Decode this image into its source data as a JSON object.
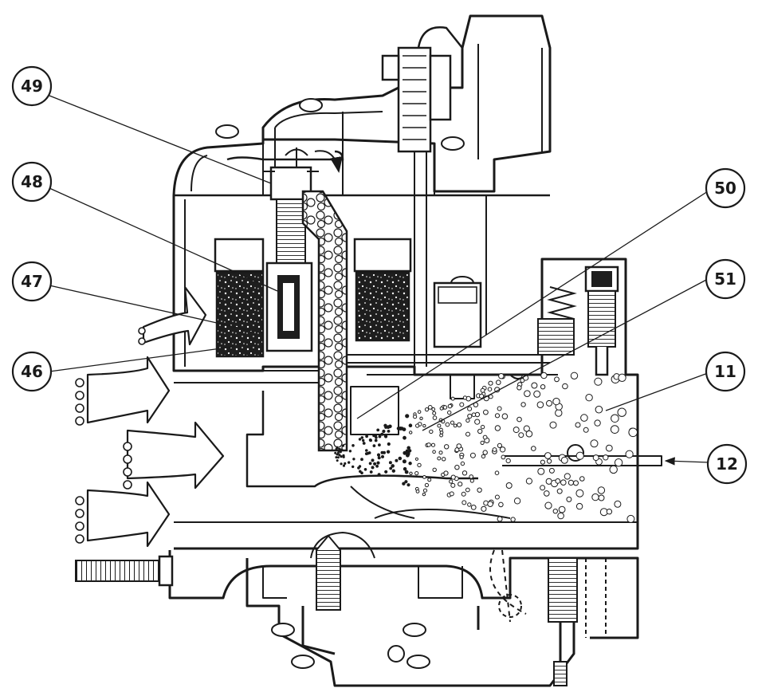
{
  "colors": {
    "ink": "#1a1a1a",
    "paper": "#ffffff",
    "fill_dark": "#1e1e1e",
    "fill_light": "#f4f4f4"
  },
  "callouts": [
    {
      "id": "c49",
      "label": "49"
    },
    {
      "id": "c48",
      "label": "48"
    },
    {
      "id": "c47",
      "label": "47"
    },
    {
      "id": "c46",
      "label": "46"
    },
    {
      "id": "c50",
      "label": "50"
    },
    {
      "id": "c51",
      "label": "51"
    },
    {
      "id": "c11",
      "label": "11"
    },
    {
      "id": "c12",
      "label": "12"
    }
  ]
}
